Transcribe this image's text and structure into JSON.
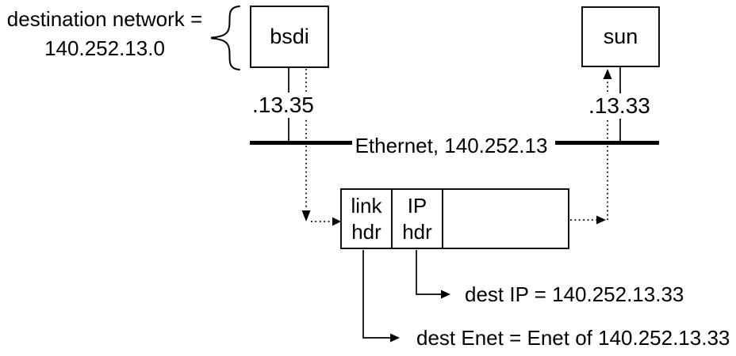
{
  "annotation": {
    "line1": "destination network =",
    "line2": "140.252.13.0"
  },
  "nodes": {
    "bsdi": "bsdi",
    "sun": "sun"
  },
  "interfaces": {
    "bsdi_address": ".13.35",
    "sun_address": ".13.33"
  },
  "network": {
    "label": "Ethernet, 140.252.13"
  },
  "packet": {
    "link_hdr": [
      "link",
      "hdr"
    ],
    "ip_hdr": [
      "IP",
      "hdr"
    ],
    "payload": ""
  },
  "callouts": {
    "dest_ip": "dest IP = 140.252.13.33",
    "dest_enet": "dest Enet = Enet of 140.252.13.33"
  },
  "colors": {
    "ink": "#000000",
    "background": "#ffffff"
  }
}
